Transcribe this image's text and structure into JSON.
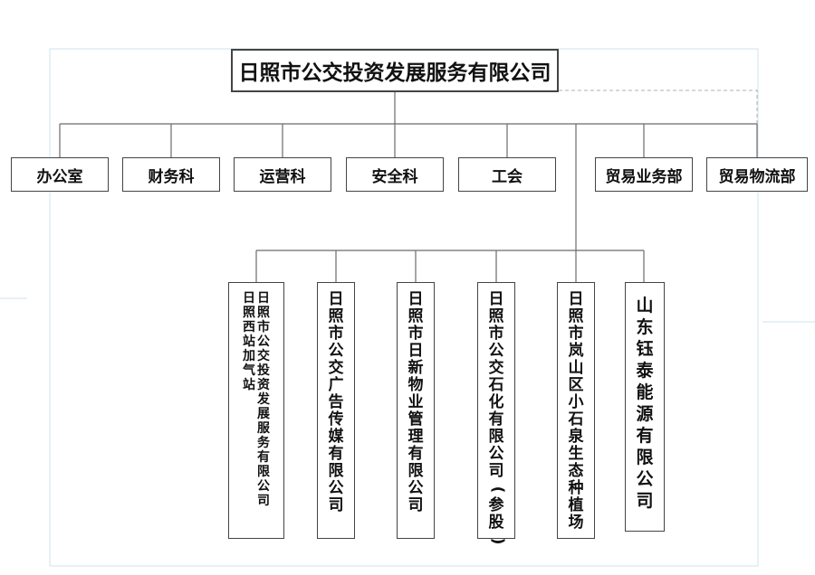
{
  "root": {
    "name": "日照市公交投资发展服务有限公司"
  },
  "departments": [
    {
      "name": "办公室"
    },
    {
      "name": "财务科"
    },
    {
      "name": "运营科"
    },
    {
      "name": "安全科"
    },
    {
      "name": "工会"
    },
    {
      "name": "贸易业务部"
    },
    {
      "name": "贸易物流部"
    }
  ],
  "subsidiaries": [
    {
      "name": "日照西站加气站",
      "parent": "日照市公交投资发展服务有限公司"
    },
    {
      "name": "日照市公交广告传媒有限公司"
    },
    {
      "name": "日照市日新物业管理有限公司"
    },
    {
      "name": "日照市公交石化有限公司(参股)"
    },
    {
      "name": "日照市岚山区小石泉生态种植场"
    },
    {
      "name": "山东钰泰能源有限公司"
    }
  ],
  "colors": {
    "box_border": "#444444",
    "connector": "#6b6b6b",
    "guide": "#cfe3ee"
  }
}
